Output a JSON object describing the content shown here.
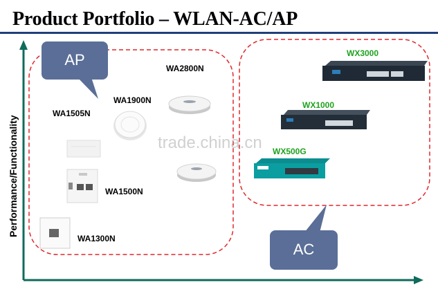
{
  "title": "Product Portfolio – WLAN-AC/AP",
  "y_axis_label": "Performance/Functionality",
  "callouts": {
    "ap": "AP",
    "ac": "AC"
  },
  "ap_products": [
    {
      "id": "wa2800n",
      "label": "WA2800N"
    },
    {
      "id": "wa1900n",
      "label": "WA1900N"
    },
    {
      "id": "wa1505n",
      "label": "WA1505N"
    },
    {
      "id": "wa1500n",
      "label": "WA1500N"
    },
    {
      "id": "wa1300n",
      "label": "WA1300N"
    }
  ],
  "ac_products": [
    {
      "id": "wx3000",
      "label": "WX3000"
    },
    {
      "id": "wx1000",
      "label": "WX1000"
    },
    {
      "id": "wx5006",
      "label": "WX500G"
    }
  ],
  "watermark": "trade.china.cn",
  "colors": {
    "axis": "#0f6b5b",
    "dashed_group": "#e0262a",
    "callout_fill": "#5a6e97",
    "title_rule": "#1f3f7a",
    "ac_label": "#1ea21e"
  }
}
